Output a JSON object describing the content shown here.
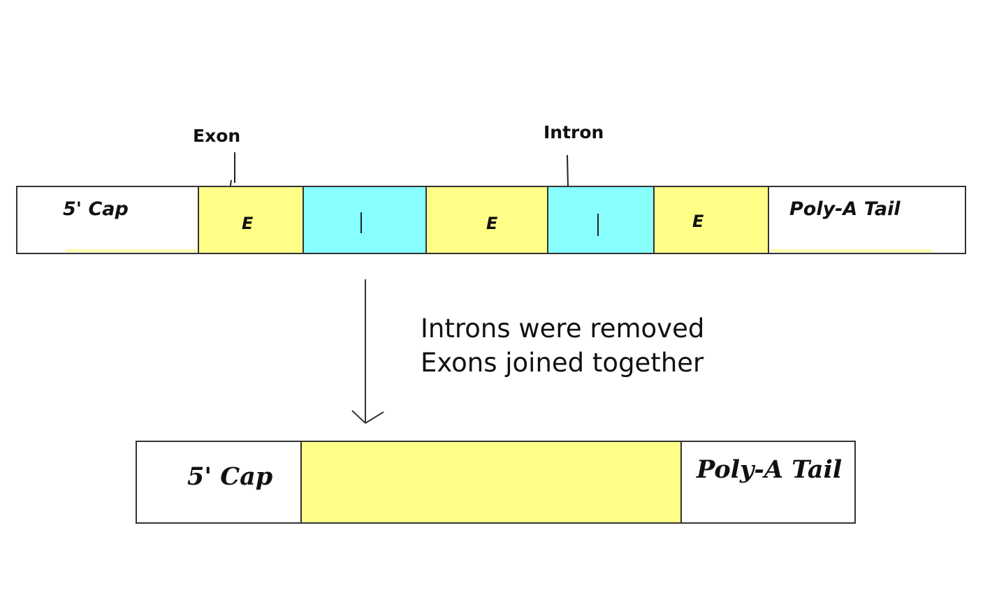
{
  "pre_mrna": {
    "callouts": {
      "exon": "Exon",
      "intron": "Intron"
    },
    "segments": [
      {
        "kind": "cap",
        "label": "5' Cap"
      },
      {
        "kind": "exon",
        "label": "E"
      },
      {
        "kind": "intron",
        "label": "I"
      },
      {
        "kind": "exon",
        "label": "E"
      },
      {
        "kind": "intron",
        "label": "I"
      },
      {
        "kind": "exon",
        "label": "E"
      },
      {
        "kind": "tail",
        "label": "Poly-A Tail"
      }
    ]
  },
  "process_caption": {
    "line1": "Introns were removed",
    "line2": "Exons joined together"
  },
  "mature_mrna": {
    "cap_label": "5' Cap",
    "tail_label": "Poly-A Tail"
  },
  "colors": {
    "exon": "#ffff88",
    "intron": "#88ffff",
    "cap_tail": "#ffffff",
    "outline": "#333333"
  }
}
